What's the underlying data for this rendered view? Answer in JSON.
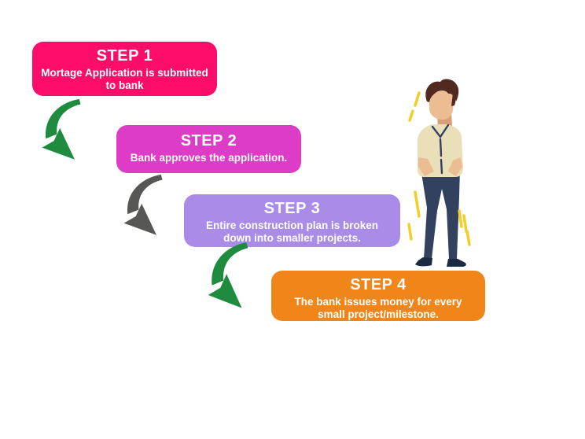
{
  "diagram": {
    "background_color": "#ffffff",
    "text_color": "#ffffff",
    "steps": [
      {
        "title": "STEP 1",
        "caption_line1": "Mortage Application is submitted",
        "caption_line2": "to bank",
        "color": "#fb0d69"
      },
      {
        "title": "STEP 2",
        "caption_line1": "Bank approves the application.",
        "caption_line2": "",
        "color": "#dd3cc6"
      },
      {
        "title": "STEP 3",
        "caption_line1": "Entire construction plan is broken",
        "caption_line2": "down into smaller projects.",
        "color": "#a98be8"
      },
      {
        "title": "STEP 4",
        "caption_line1": "The bank issues money for every",
        "caption_line2": "small project/milestone.",
        "color": "#f0861a"
      }
    ],
    "arrows": [
      {
        "name": "arrow-step1-step2",
        "color": "#1e8b3e"
      },
      {
        "name": "arrow-step2-step3",
        "color": "#575756"
      },
      {
        "name": "arrow-step3-step4",
        "color": "#1e8b3e"
      }
    ],
    "illustration": {
      "name": "standing-man",
      "skin_color": "#ecbd92",
      "neck_shadow_color": "#d9a077",
      "hair_color": "#52291f",
      "shirt_color": "#e9dfb9",
      "outline_color": "#33425e",
      "pants_color": "#31415e",
      "shoe_color": "#1c2b44",
      "accent_color": "#f1cf26"
    }
  }
}
